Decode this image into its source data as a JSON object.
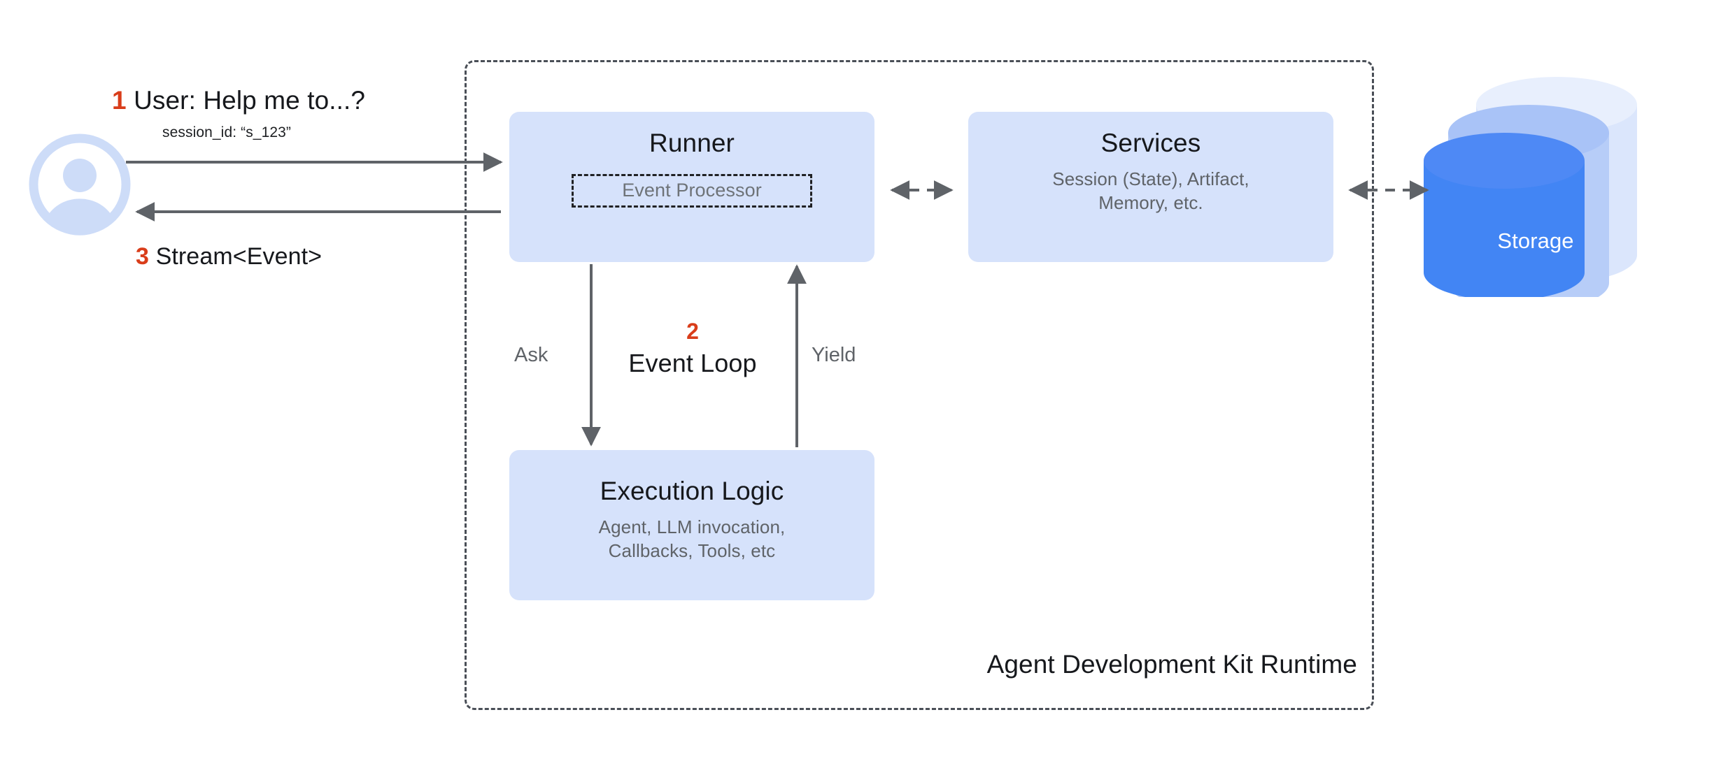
{
  "diagram": {
    "title": "Agent Development Kit Runtime",
    "colors": {
      "node_fill": "#d6e2fb",
      "accent_red": "#d93d1a",
      "storage_front": "#4285f4",
      "storage_mid": "#a7c4f8",
      "storage_back": "#dbe6fc",
      "avatar_blue": "#cddcf8",
      "arrow_gray": "#5f6368",
      "boundary_gray": "#4a4f57",
      "sub_text_gray": "#5f6368",
      "title_text": "#16181c"
    }
  },
  "runtime": {
    "label": "Agent Development Kit Runtime"
  },
  "actor": {
    "avatar_name": "user-avatar-icon"
  },
  "steps": [
    {
      "num": "1",
      "text": "User: Help me to...?",
      "detail": "session_id: “s_123”"
    },
    {
      "num": "2",
      "text": "Event Loop"
    },
    {
      "num": "3",
      "text": "Stream<Event>"
    }
  ],
  "nodes": {
    "runner": {
      "title": "Runner",
      "inner_chip": "Event Processor"
    },
    "services": {
      "title": "Services",
      "subtitle": "Session (State), Artifact,\nMemory, etc."
    },
    "execution": {
      "title": "Execution Logic",
      "subtitle": "Agent, LLM invocation,\nCallbacks, Tools, etc"
    },
    "storage": {
      "title": "Storage"
    }
  },
  "edges": {
    "ask_label": "Ask",
    "yield_label": "Yield",
    "user_to_runner": "solid-arrow-right",
    "runner_to_user": "solid-arrow-left",
    "runner_services": "dashed-double-arrow",
    "services_storage": "dashed-double-arrow",
    "runner_to_execution": "solid-arrow-down",
    "execution_to_runner": "solid-arrow-up"
  }
}
